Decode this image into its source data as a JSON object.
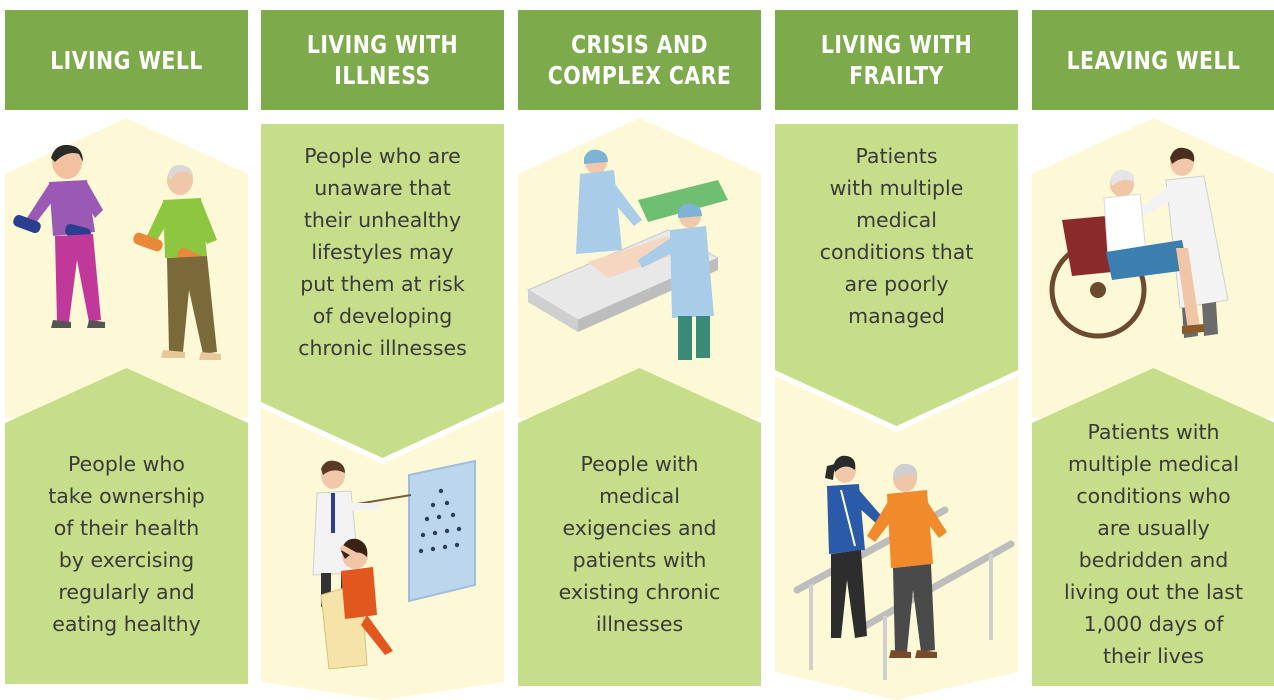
{
  "colors": {
    "header": "#7dab4c",
    "text_panel": "#c6dd89",
    "illus_panel": "#fdf9d6"
  },
  "stages": [
    {
      "title": "LIVING WELL",
      "description": "People who\ntake ownership\nof their health\nby exercising\nregularly and\neating healthy",
      "illustration": "exercising-people-icon"
    },
    {
      "title": "LIVING WITH\nILLNESS",
      "description": "People who are\nunaware that\ntheir unhealthy\nlifestyles may\nput them at risk\nof developing\nchronic illnesses",
      "illustration": "doctor-eye-test-icon"
    },
    {
      "title": "CRISIS AND\nCOMPLEX CARE",
      "description": "People with\nmedical\nexigencies and\npatients with\nexisting chronic\nillnesses",
      "illustration": "surgery-icon"
    },
    {
      "title": "LIVING WITH\nFRAILTY",
      "description": "Patients\nwith multiple\nmedical\nconditions that\nare poorly\nmanaged",
      "illustration": "rehabilitation-walking-icon"
    },
    {
      "title": "LEAVING WELL",
      "description": "Patients with\nmultiple medical\nconditions who\nare usually\nbedridden and\nliving out the last\n1,000 days of\ntheir lives",
      "illustration": "wheelchair-patient-icon"
    }
  ]
}
